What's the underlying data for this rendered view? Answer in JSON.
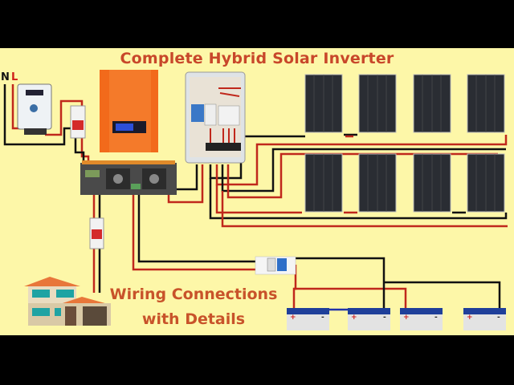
{
  "title": "Complete Hybrid Solar Inverter",
  "subtitle": {
    "line1": "Wiring Connections",
    "line2": "with Details"
  },
  "grid_labels": {
    "neutral": "N",
    "live": "L"
  },
  "battery_terminals": {
    "positive": "+",
    "negative": "-"
  },
  "colors": {
    "background": "#fdf7a8",
    "title": "#c8472a",
    "wire_positive": "#c0281c",
    "wire_negative": "#111111",
    "inverter": "#f26a1b"
  },
  "components": {
    "panels_per_row": 4,
    "panel_rows": 2,
    "batteries": 4
  }
}
